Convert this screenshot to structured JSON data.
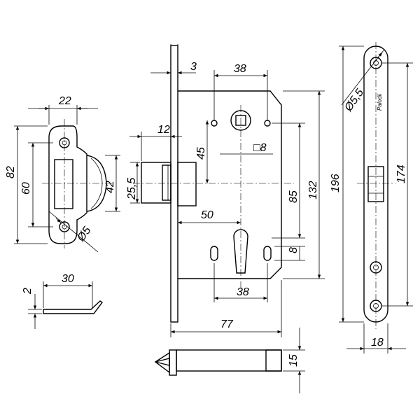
{
  "strike": {
    "width": "22",
    "height_outer": "82",
    "height_inner": "60",
    "bolt_face": "42",
    "hole_dia": "Ø5"
  },
  "strike_side": {
    "length": "30",
    "thickness": "2"
  },
  "body": {
    "forend_thickness": "3",
    "square_spacing": "38",
    "projection": "12",
    "handle_offset": "45",
    "square": "□8",
    "bolt_height": "25,5",
    "backset": "50",
    "center_distance": "85",
    "inner_height": "132",
    "total_height": "196",
    "cyl_hole": "8",
    "cyl_spacing": "38",
    "depth": "77"
  },
  "latch_top": {
    "height": "15"
  },
  "faceplate": {
    "hole_dia": "Ø5,5",
    "brand": "Palodii",
    "hole_spacing": "174",
    "width": "18"
  }
}
